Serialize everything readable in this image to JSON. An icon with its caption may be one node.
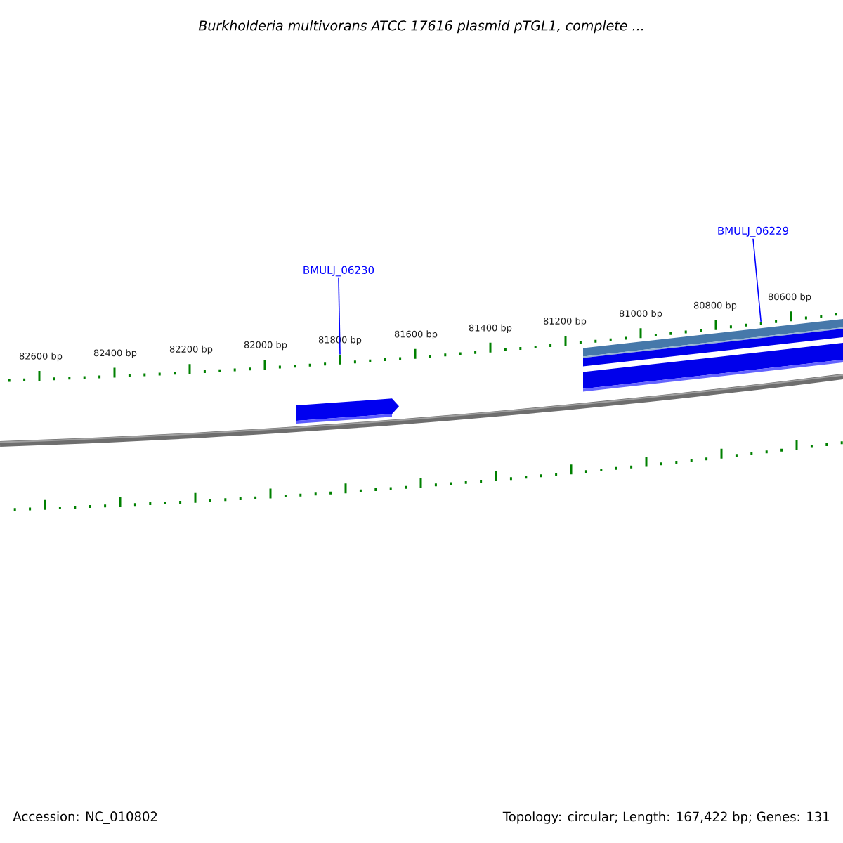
{
  "diagram": {
    "title": "Burkholderia multivorans ATCC 17616 plasmid pTGL1, complete ...",
    "nodes": [
      {
        "text": [
          "BMULJ_06230"
        ]
      },
      {
        "text": [
          "BMULJ_06229"
        ]
      },
      {
        "text": [],
        "shape": "bar"
      },
      {
        "text": [],
        "shape": "bar"
      }
    ],
    "edges": [
      {
        "from": 0,
        "to": 2,
        "arrow": "none",
        "color": "#0000ff"
      },
      {
        "from": 1,
        "to": 3,
        "arrow": "none",
        "color": "#0000ff"
      }
    ],
    "labels": [
      "82600 bp",
      "82400 bp",
      "82200 bp",
      "82000 bp",
      "81800 bp",
      "81600 bp",
      "81400 bp",
      "81200 bp",
      "81000 bp",
      "80800 bp",
      "80600 bp",
      "Accession: NC_010802",
      "Topology: circular; Length: 167,422 bp; Genes: 131"
    ]
  }
}
